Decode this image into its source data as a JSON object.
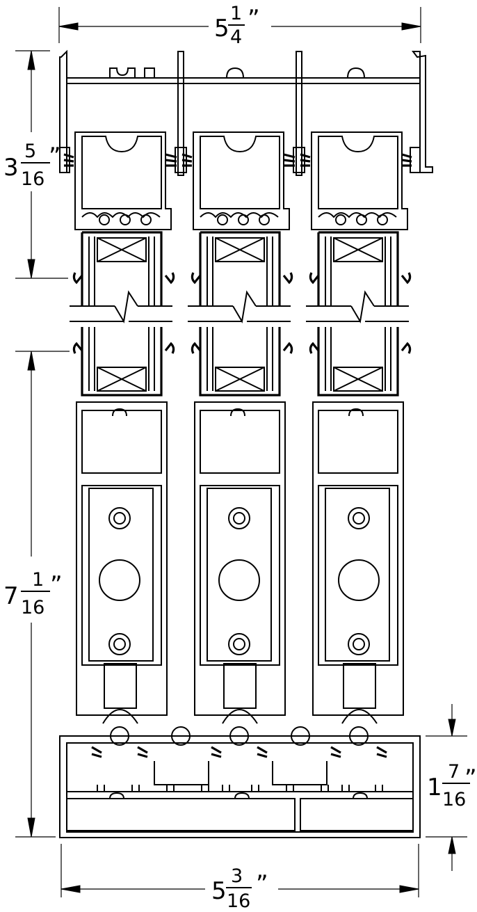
{
  "dimensions": {
    "top_width": {
      "whole": "5",
      "numerator": "1",
      "denominator": "4",
      "unit": "”"
    },
    "head_height": {
      "whole": "3",
      "numerator": "5",
      "denominator": "16",
      "unit": "”"
    },
    "panel_height": {
      "whole": "7",
      "numerator": "1",
      "denominator": "16",
      "unit": "”"
    },
    "sill_height": {
      "whole": "1",
      "numerator": "7",
      "denominator": "16",
      "unit": "”"
    },
    "bottom_width": {
      "whole": "5",
      "numerator": "3",
      "denominator": "16",
      "unit": "”"
    }
  },
  "panel_count": 3,
  "colors": {
    "line": "#000000",
    "background": "#ffffff"
  }
}
